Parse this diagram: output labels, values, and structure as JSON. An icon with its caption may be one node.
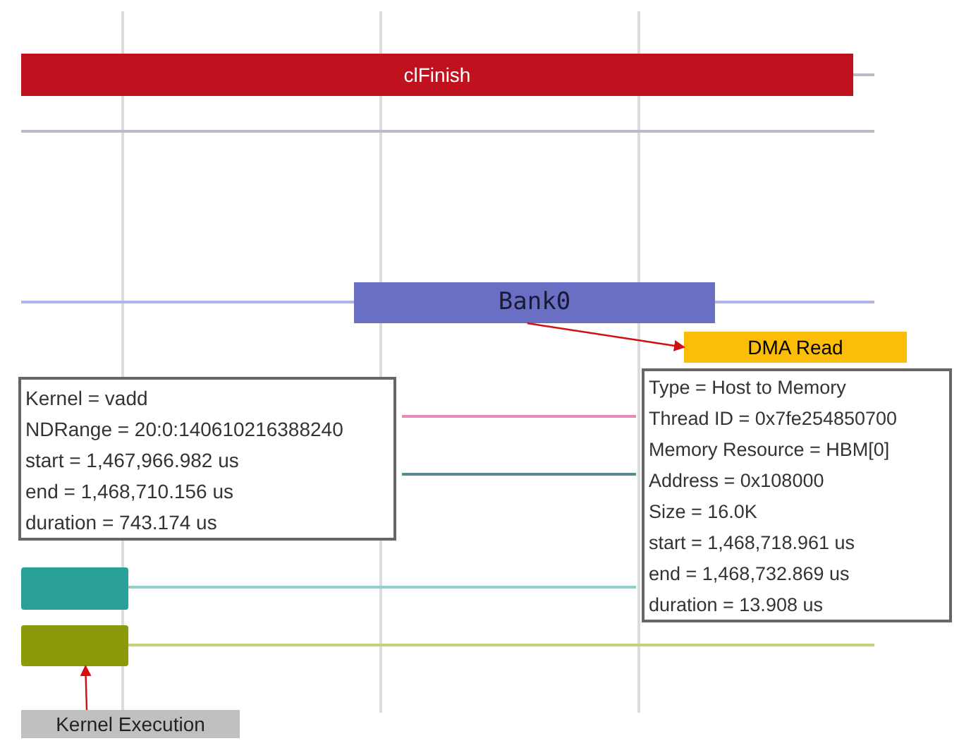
{
  "diagram": {
    "nodes": [
      {
        "text": [
          "clFinish"
        ]
      },
      {
        "text": [
          "Bank0"
        ]
      },
      {
        "text": [
          "DMA Read"
        ]
      },
      {
        "text": [
          "Kernel = vadd",
          "NDRange = 20:0:140610216388240",
          "start = 1,467,966.982 us",
          "end = 1,468,710.156 us",
          "duration = 743.174 us"
        ]
      },
      {
        "text": [
          "Type = Host to Memory",
          "Thread ID = 0x7fe254850700",
          "Memory Resource = HBM[0]",
          "Address = 0x108000",
          "Size = 16.0K",
          "start = 1,468,718.961 us",
          "end = 1,468,732.869 us",
          "duration = 13.908 us"
        ]
      },
      {
        "text": [],
        "shape": "bar"
      },
      {
        "text": [],
        "shape": "bar"
      },
      {
        "text": [
          "Kernel Execution"
        ]
      }
    ],
    "edges": [
      {
        "from": 1,
        "to": 2,
        "arrow": "to"
      },
      {
        "from": 7,
        "to": 6,
        "arrow": "to"
      }
    ]
  }
}
